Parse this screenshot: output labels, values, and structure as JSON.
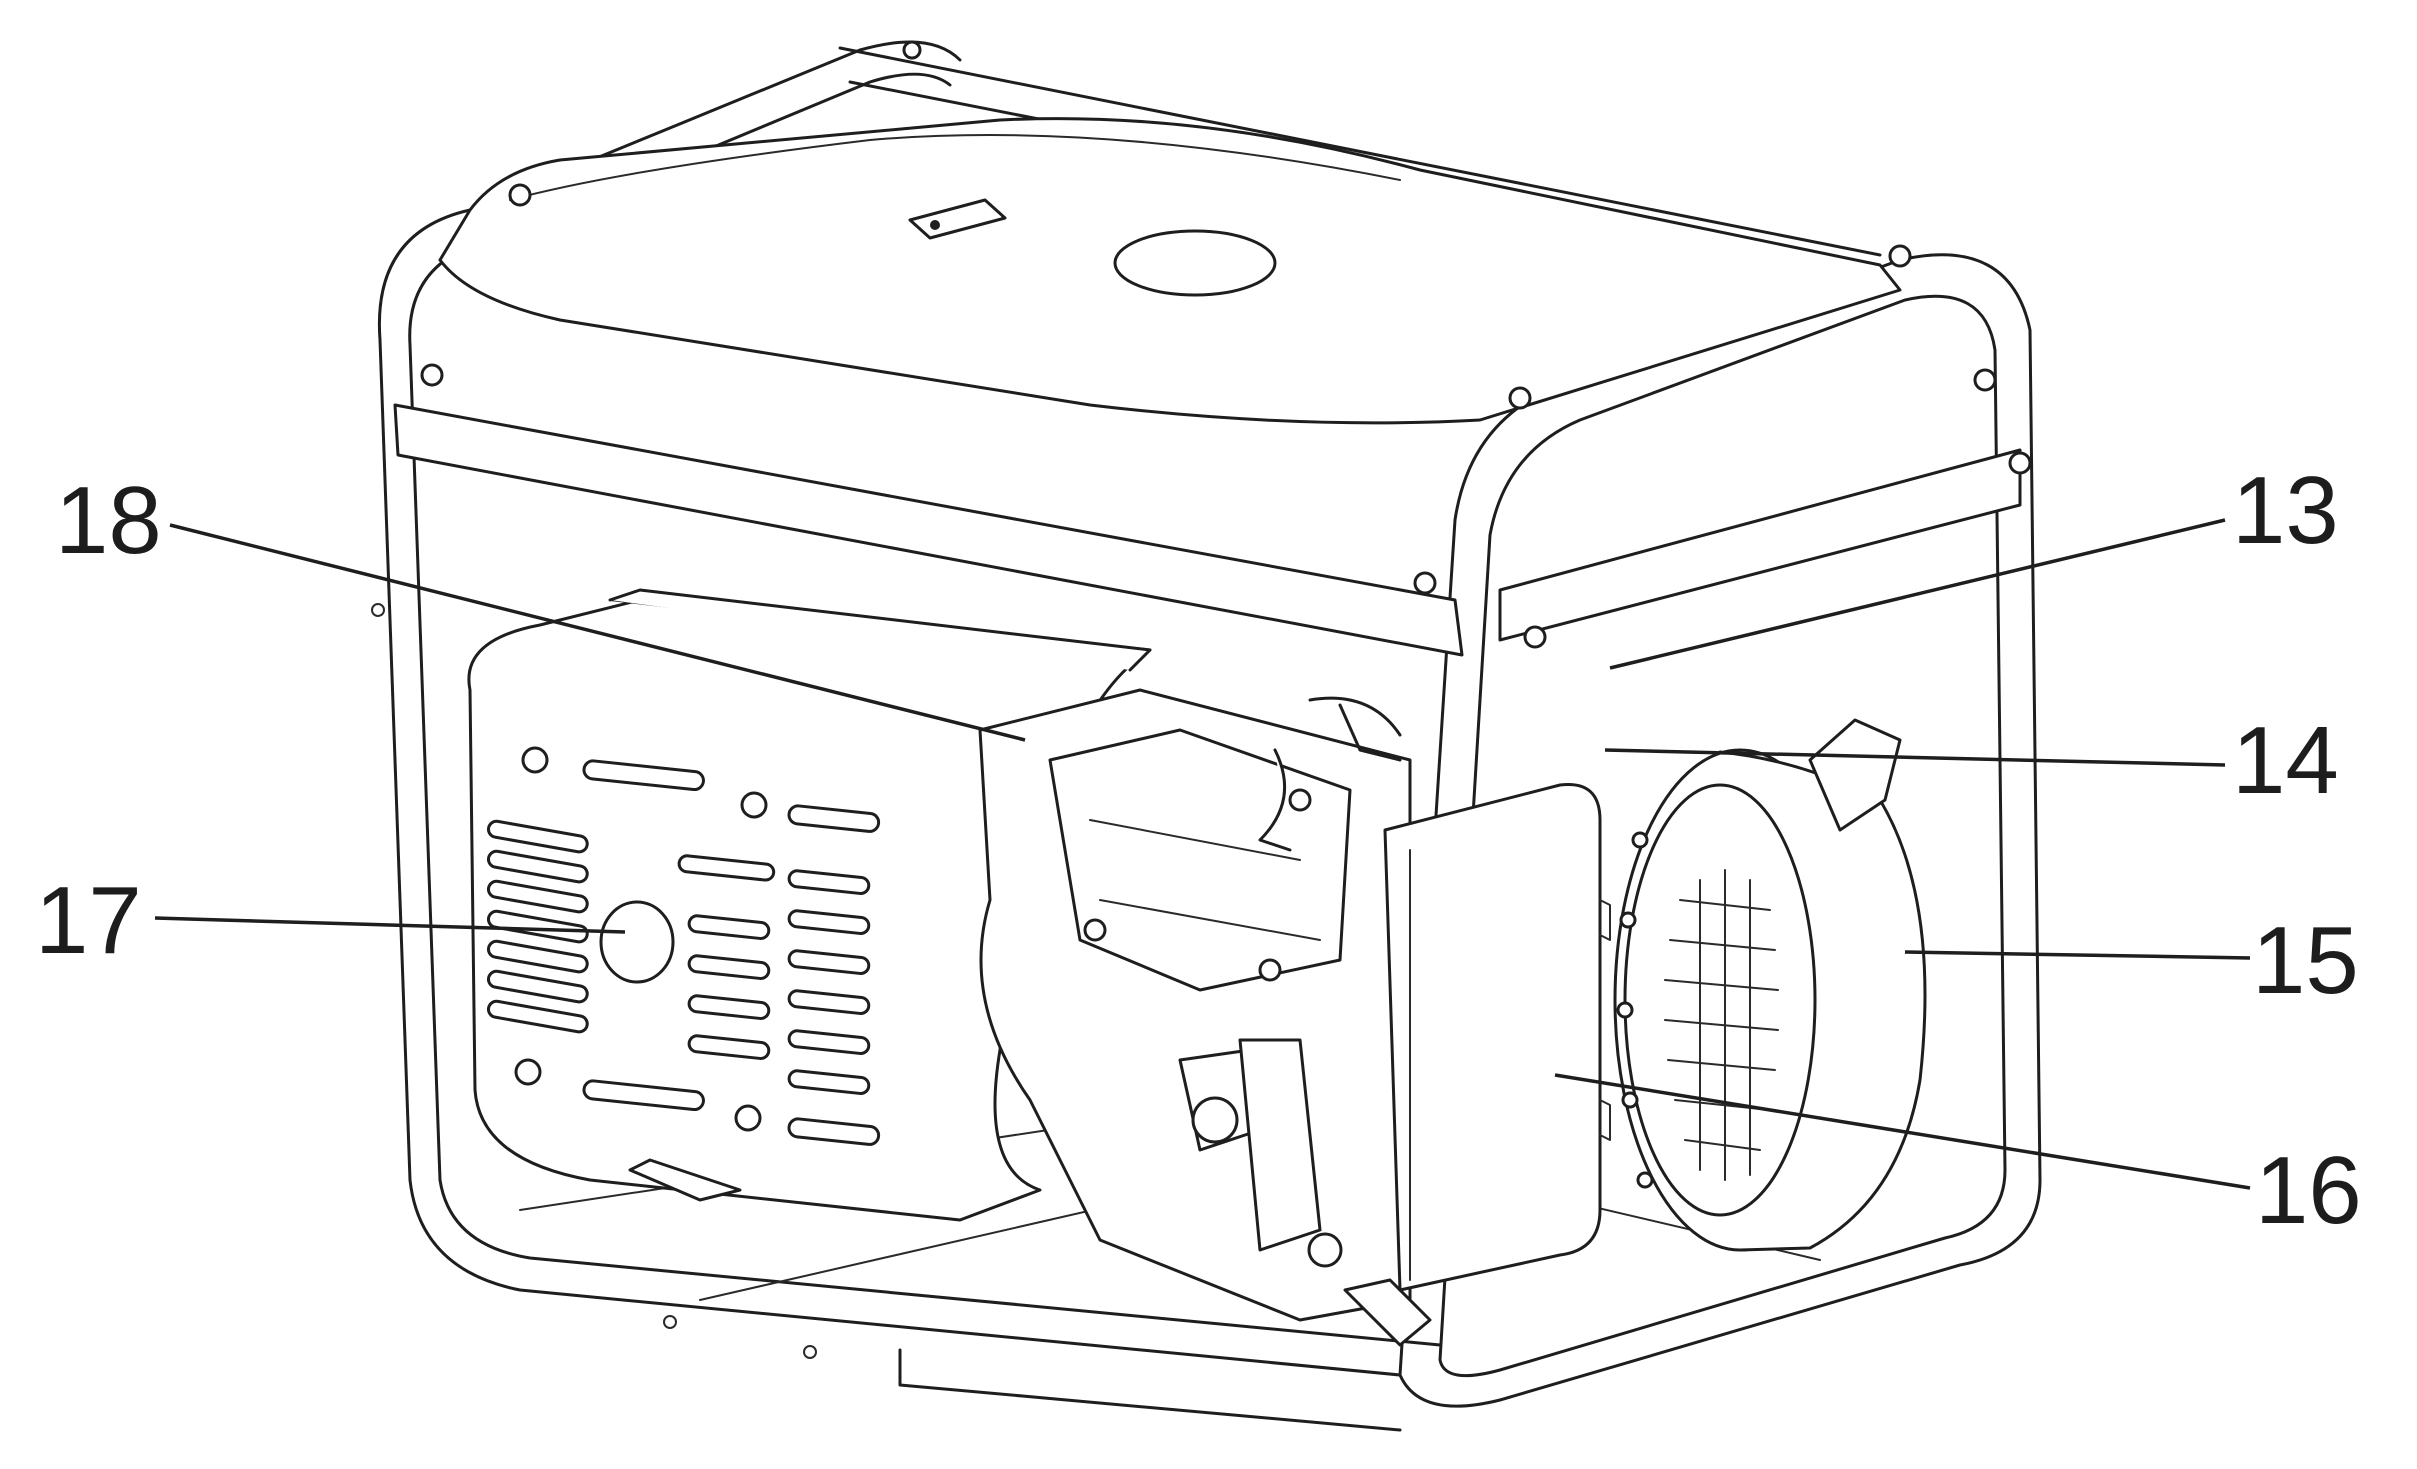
{
  "callouts": [
    {
      "id": "13",
      "label": "13"
    },
    {
      "id": "14",
      "label": "14"
    },
    {
      "id": "15",
      "label": "15"
    },
    {
      "id": "16",
      "label": "16"
    },
    {
      "id": "17",
      "label": "17"
    },
    {
      "id": "18",
      "label": "18"
    }
  ]
}
